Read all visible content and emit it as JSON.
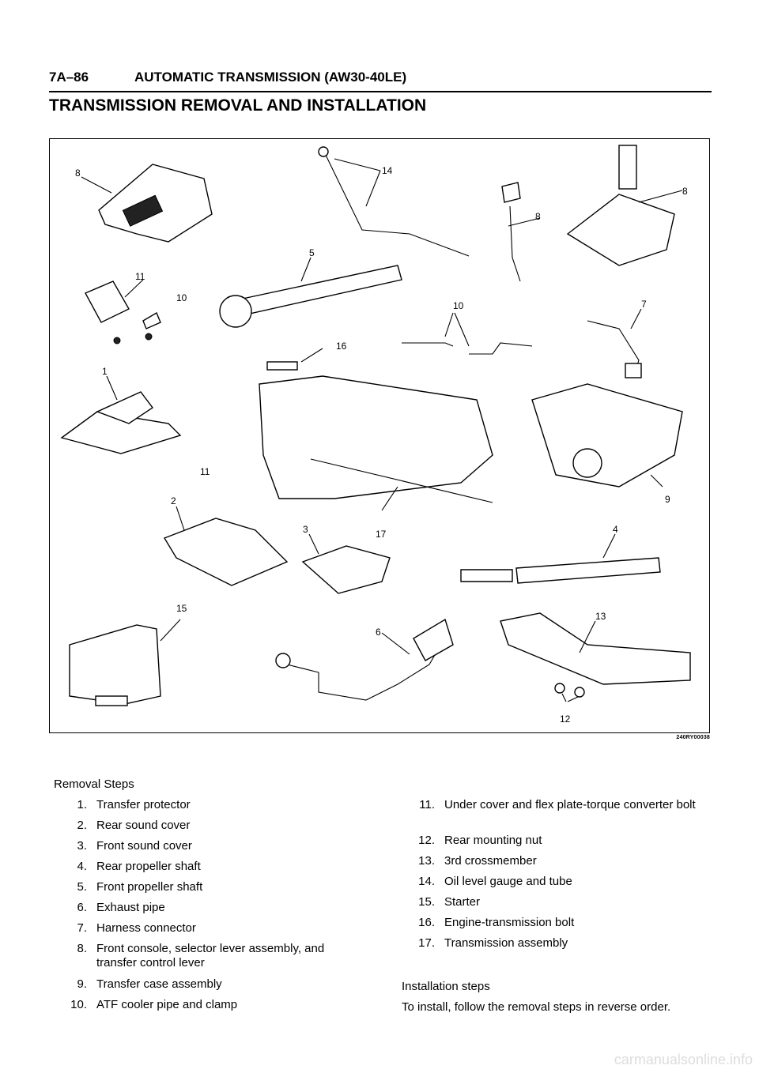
{
  "header": {
    "section": "7A–86",
    "title": "AUTOMATIC TRANSMISSION (AW30-40LE)"
  },
  "heading": "TRANSMISSION REMOVAL AND INSTALLATION",
  "figure": {
    "code": "240RY00038",
    "callouts": [
      "8",
      "14",
      "8",
      "8",
      "5",
      "11",
      "10",
      "10",
      "7",
      "16",
      "1",
      "11",
      "2",
      "3",
      "17",
      "4",
      "9",
      "15",
      "6",
      "13",
      "12"
    ]
  },
  "removal": {
    "heading": "Removal Steps",
    "steps": [
      {
        "num": "1.",
        "text": "Transfer protector"
      },
      {
        "num": "2.",
        "text": "Rear sound cover"
      },
      {
        "num": "3.",
        "text": "Front sound cover"
      },
      {
        "num": "4.",
        "text": "Rear propeller shaft"
      },
      {
        "num": "5.",
        "text": "Front propeller shaft"
      },
      {
        "num": "6.",
        "text": "Exhaust pipe"
      },
      {
        "num": "7.",
        "text": "Harness connector"
      },
      {
        "num": "8.",
        "text": "Front console, selector lever assembly, and transfer control lever"
      },
      {
        "num": "9.",
        "text": "Transfer case assembly"
      },
      {
        "num": "10.",
        "text": "ATF cooler pipe and clamp"
      },
      {
        "num": "11.",
        "text": "Under cover and flex plate-torque converter bolt"
      },
      {
        "num": "12.",
        "text": "Rear mounting nut"
      },
      {
        "num": "13.",
        "text": "3rd crossmember"
      },
      {
        "num": "14.",
        "text": "Oil level gauge and tube"
      },
      {
        "num": "15.",
        "text": "Starter"
      },
      {
        "num": "16.",
        "text": "Engine-transmission bolt"
      },
      {
        "num": "17.",
        "text": "Transmission assembly"
      }
    ]
  },
  "installation": {
    "heading": "Installation steps",
    "text": "To install, follow the removal steps in reverse order."
  },
  "watermark": "carmanualsonline.info"
}
